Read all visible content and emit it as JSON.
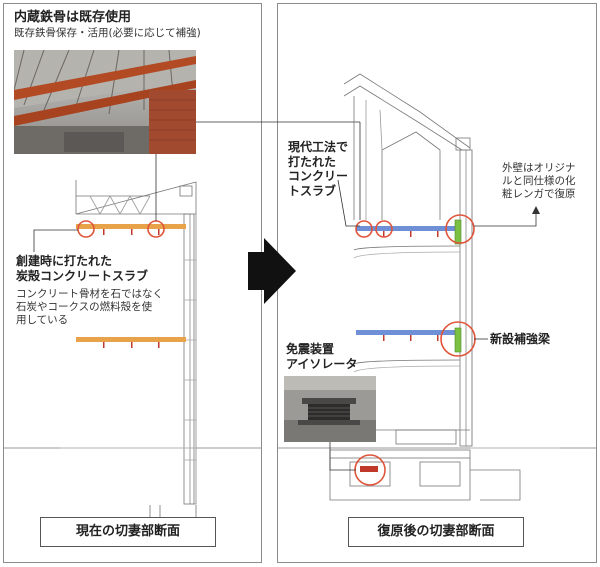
{
  "left_panel": {
    "heading": "内蔵鉄骨は既存使用",
    "subheading": "既存鉄骨保存・活用(必要に応じて補強)",
    "slab_title": "創建時に打たれた\n炭殻コンクリートスラブ",
    "slab_note": "コンクリート骨材を石ではなく\n石炭やコークスの燃料殻を使\n用している",
    "caption": "現在の切妻部断面"
  },
  "right_panel": {
    "modern_slab": "現代工法で\n打たれた\nコンクリー\nトスラブ",
    "exterior_wall": "外壁はオリジナ\nルと同仕様の化\n粧レンガで復原",
    "new_beam": "新設補強梁",
    "isolator": "免震装置\nアイソレータ",
    "caption": "復原後の切妻部断面"
  },
  "colors": {
    "orange_slab": "#e8a24a",
    "blue_slab": "#6f8fd6",
    "red_circle": "#e0543a",
    "green_beam": "#7cc043",
    "arrow": "#111111"
  },
  "icons": [
    "direction-arrow-icon"
  ]
}
